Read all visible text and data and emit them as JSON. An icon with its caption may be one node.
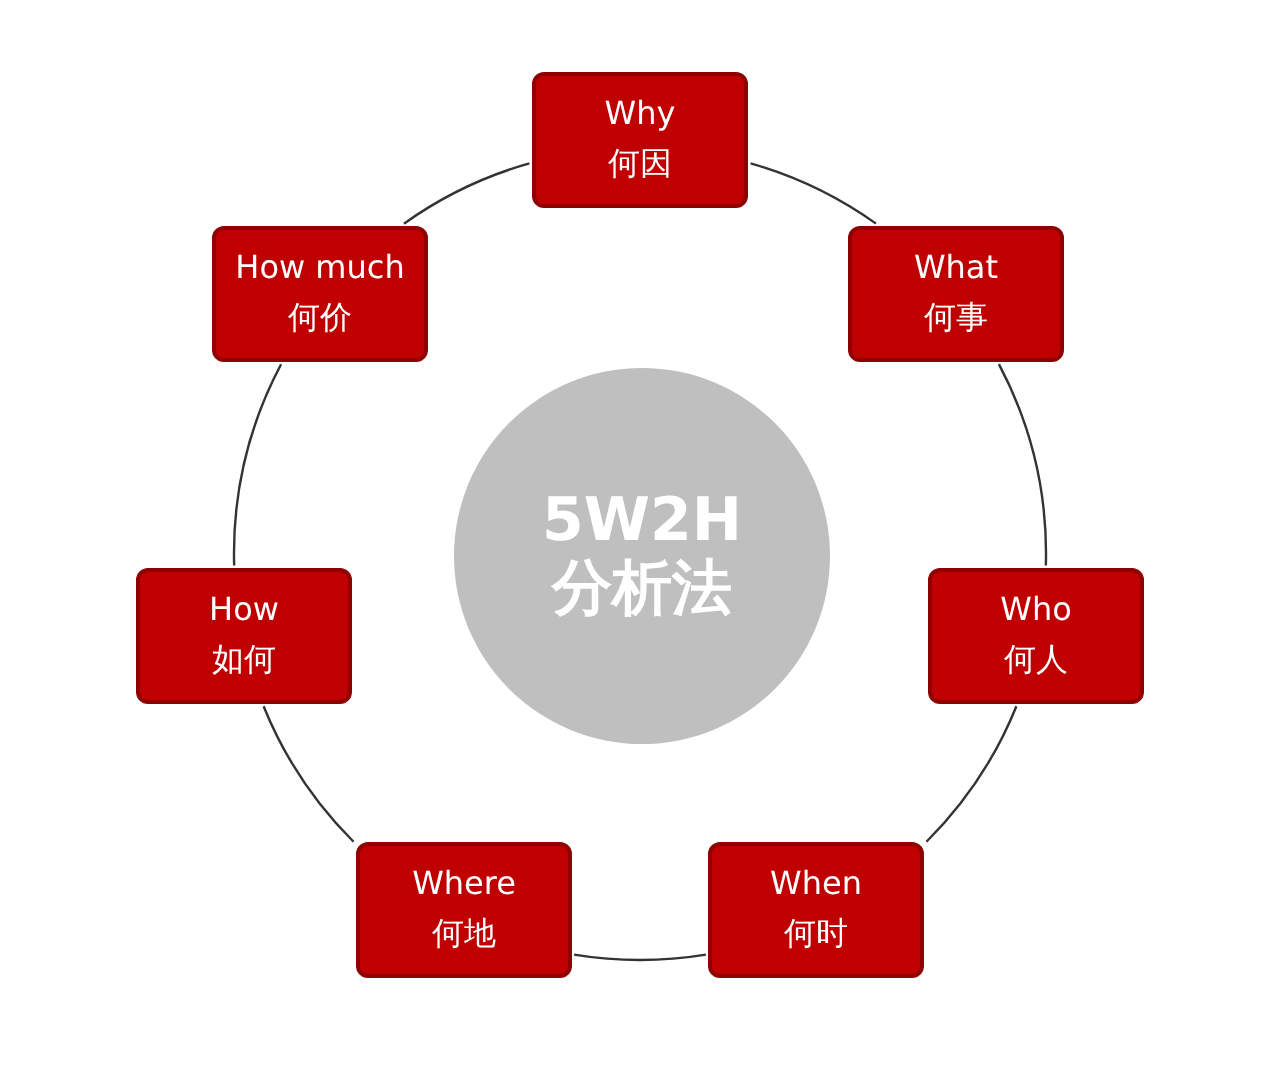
{
  "diagram": {
    "nodes": [
      {
        "text": [
          "5W2H",
          "分析法"
        ]
      },
      {
        "text": [
          "Why",
          "何因"
        ]
      },
      {
        "text": [
          "What",
          "何事"
        ]
      },
      {
        "text": [
          "Who",
          "何人"
        ]
      },
      {
        "text": [
          "When",
          "何时"
        ]
      },
      {
        "text": [
          "Where",
          "何地"
        ]
      },
      {
        "text": [
          "How",
          "如何"
        ]
      },
      {
        "text": [
          "How much",
          "何价"
        ]
      }
    ],
    "edges": [
      {
        "from": 1,
        "to": 2,
        "arrow": "none"
      },
      {
        "from": 2,
        "to": 3,
        "arrow": "none"
      },
      {
        "from": 3,
        "to": 4,
        "arrow": "none"
      },
      {
        "from": 4,
        "to": 5,
        "arrow": "none"
      },
      {
        "from": 5,
        "to": 6,
        "arrow": "none"
      },
      {
        "from": 6,
        "to": 7,
        "arrow": "none"
      },
      {
        "from": 7,
        "to": 1,
        "arrow": "none"
      }
    ]
  }
}
